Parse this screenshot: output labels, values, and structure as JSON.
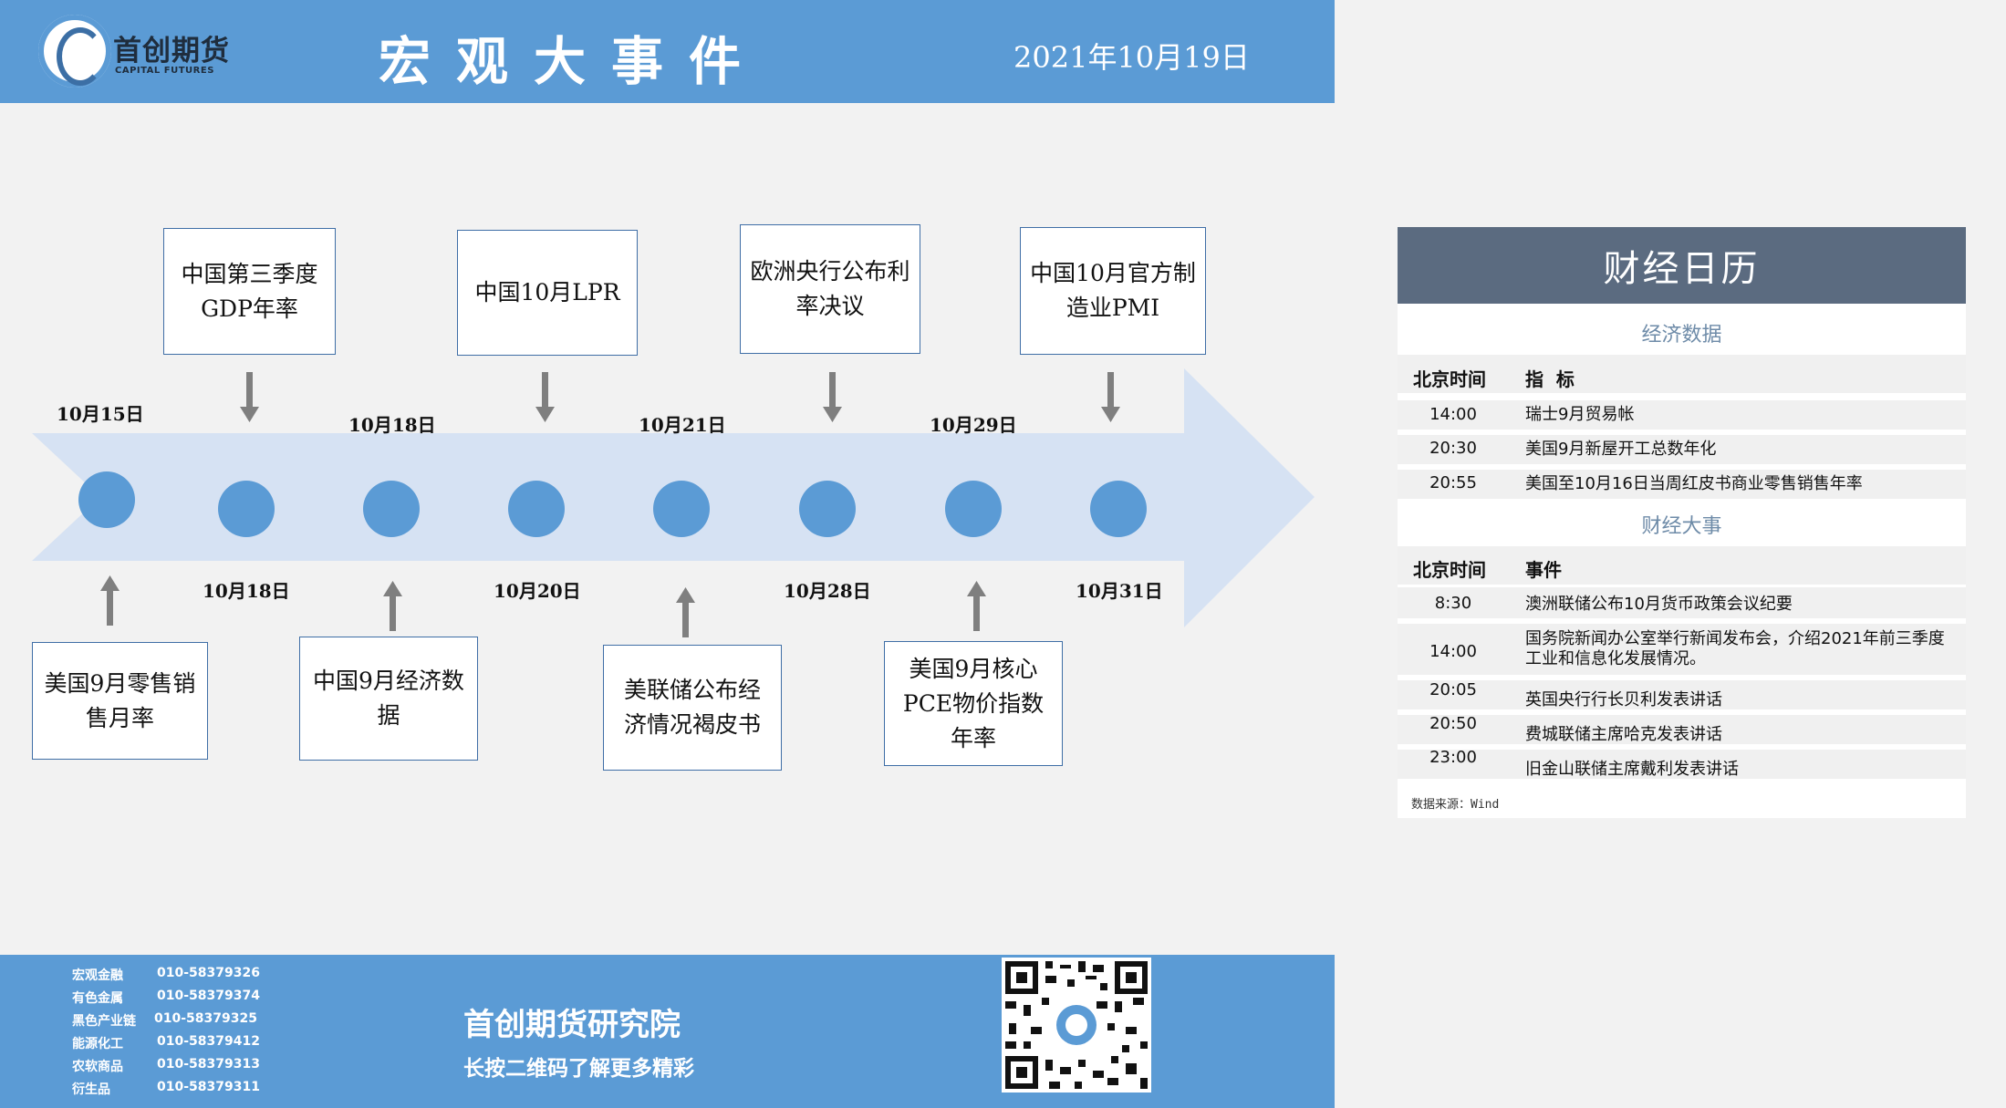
{
  "header": {
    "logo_cn": "首创期货",
    "logo_en": "CAPITAL FUTURES",
    "title": "宏观大事件",
    "date": "2021年10月19日"
  },
  "timeline": {
    "top_events": [
      {
        "label": "中国第三季度GDP年率"
      },
      {
        "label": "中国10月LPR"
      },
      {
        "label": "欧洲央行公布利率决议"
      },
      {
        "label": "中国10月官方制造业PMI"
      }
    ],
    "bottom_events": [
      {
        "label": "美国9月零售销售月率"
      },
      {
        "label": "中国9月经济数据"
      },
      {
        "label": "美联储公布经济情况褐皮书"
      },
      {
        "label": "美国9月核心PCE物价指数年率"
      }
    ],
    "dates_above": [
      "10月15日",
      "10月18日",
      "10月21日",
      "10月29日"
    ],
    "dates_below": [
      "10月18日",
      "10月20日",
      "10月28日",
      "10月31日"
    ]
  },
  "calendar": {
    "title": "财经日历",
    "economic_section_title": "经济数据",
    "economic_headers": [
      "北京时间",
      "指  标"
    ],
    "economic_rows": [
      {
        "time": "14:00",
        "text": "瑞士9月贸易帐"
      },
      {
        "time": "20:30",
        "text": "美国9月新屋开工总数年化"
      },
      {
        "time": "20:55",
        "text": "美国至10月16日当周红皮书商业零售销售年率"
      }
    ],
    "events_section_title": "财经大事",
    "events_headers": [
      "北京时间",
      "事件"
    ],
    "events_rows": [
      {
        "time": "8:30",
        "text": "澳洲联储公布10月货币政策会议纪要"
      },
      {
        "time": "14:00",
        "text": "国务院新闻办公室举行新闻发布会，介绍2021年前三季度工业和信息化发展情况。"
      },
      {
        "time": "20:05",
        "text": "英国央行行长贝利发表讲话"
      },
      {
        "time": "20:50",
        "text": "费城联储主席哈克发表讲话"
      },
      {
        "time": "23:00",
        "text": "旧金山联储主席戴利发表讲话"
      }
    ],
    "source": "数据来源：Wind"
  },
  "footer": {
    "contacts": [
      {
        "dept": "宏观金融",
        "phone": "010-58379326"
      },
      {
        "dept": "有色金属",
        "phone": "010-58379374"
      },
      {
        "dept": "黑色产业链",
        "phone": "010-58379325"
      },
      {
        "dept": "能源化工",
        "phone": "010-58379412"
      },
      {
        "dept": "农软商品",
        "phone": "010-58379313"
      },
      {
        "dept": "衍生品",
        "phone": "010-58379311"
      }
    ],
    "institute": "首创期货研究院",
    "slogan": "长按二维码了解更多精彩"
  },
  "colors": {
    "brand_blue": "#5b9bd5",
    "panel_header": "#5b6b80",
    "arrow_fill": "#d6e2f3"
  }
}
